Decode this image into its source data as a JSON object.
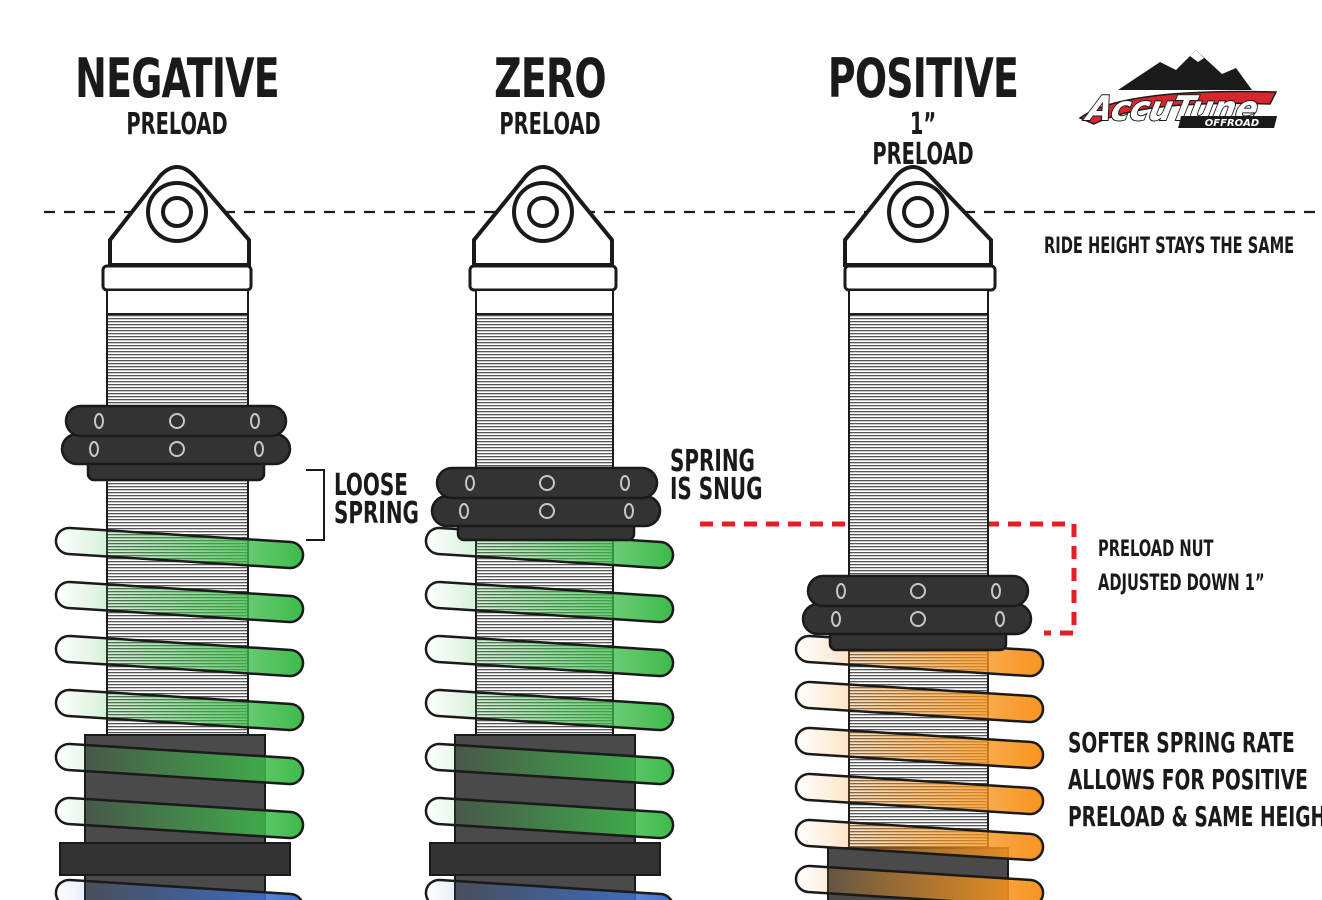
{
  "columns": [
    {
      "title": "NEGATIVE",
      "subtitle": "PRELOAD"
    },
    {
      "title": "ZERO",
      "subtitle": "PRELOAD"
    },
    {
      "title": "POSITIVE",
      "subtitle": "1” PRELOAD"
    }
  ],
  "logo": {
    "name": "AccuTune",
    "tagline": "OFFROAD"
  },
  "labels": {
    "ride_height": "RIDE HEIGHT STAYS THE SAME",
    "loose_spring": [
      "LOOSE",
      "SPRING"
    ],
    "spring_snug": [
      "SPRING",
      "IS SNUG"
    ],
    "preload_nut": [
      "PRELOAD NUT",
      "ADJUSTED DOWN 1”"
    ],
    "softer_rate": [
      "SOFTER SPRING RATE",
      "ALLOWS FOR POSITIVE",
      "PRELOAD & SAME HEIGHT"
    ]
  },
  "colors": {
    "ink": "#1a1a1a",
    "nut": "#333333",
    "body": "#4a4a4a",
    "spring_green": "#3dbb4a",
    "spring_orange": "#f7941d",
    "spring_blue": "#3b6fd1",
    "guide_red": "#e31e24",
    "logo_red": "#d7262e"
  },
  "icons": [
    "mountain-icon",
    "eye-mount-icon"
  ]
}
